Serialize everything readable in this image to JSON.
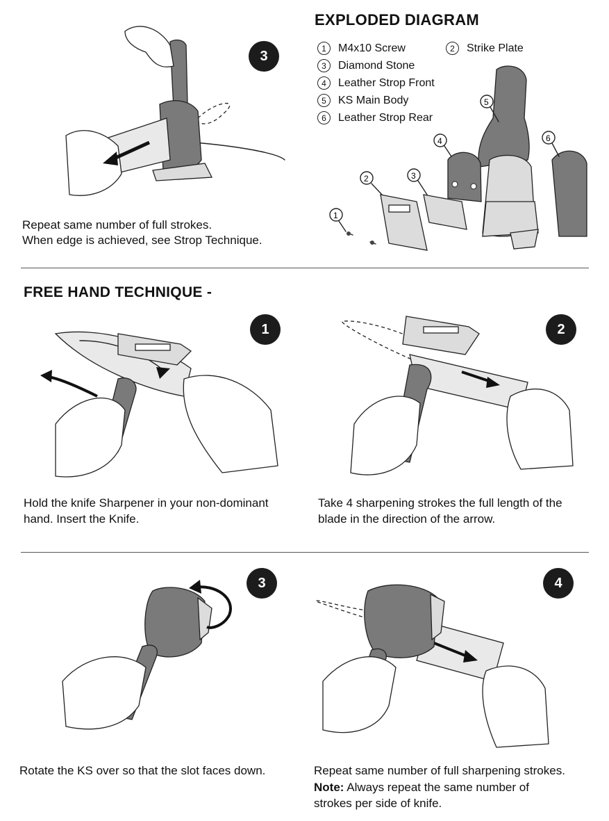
{
  "top_step": {
    "badge": "3",
    "caption_line1": "Repeat same number of full strokes.",
    "caption_line2": "When edge is achieved, see Strop Technique."
  },
  "exploded": {
    "title": "EXPLODED DIAGRAM",
    "parts": [
      {
        "num": "1",
        "label": "M4x10 Screw"
      },
      {
        "num": "2",
        "label": "Strike Plate"
      },
      {
        "num": "3",
        "label": "Diamond Stone"
      },
      {
        "num": "4",
        "label": "Leather Strop Front"
      },
      {
        "num": "5",
        "label": "KS Main Body"
      },
      {
        "num": "6",
        "label": "Leather Strop Rear"
      }
    ]
  },
  "freehand": {
    "title": "FREE HAND TECHNIQUE -",
    "steps": [
      {
        "badge": "1",
        "caption_line1": "Hold the knife Sharpener in your non-dominant",
        "caption_line2": "hand. Insert the Knife."
      },
      {
        "badge": "2",
        "caption_line1": "Take 4 sharpening strokes the full length of the",
        "caption_line2": "blade in the direction of the arrow."
      },
      {
        "badge": "3",
        "caption_line1": "Rotate the KS over so that the slot faces down.",
        "caption_line2": ""
      },
      {
        "badge": "4",
        "caption_line1": "Repeat same number of full sharpening strokes.",
        "note_label": "Note:",
        "note_text": " Always repeat the same number of",
        "caption_line3": "strokes per side of knife."
      }
    ]
  },
  "colors": {
    "badge_bg": "#1c1c1c",
    "part_grey": "#7a7a7a",
    "line": "#555555"
  }
}
